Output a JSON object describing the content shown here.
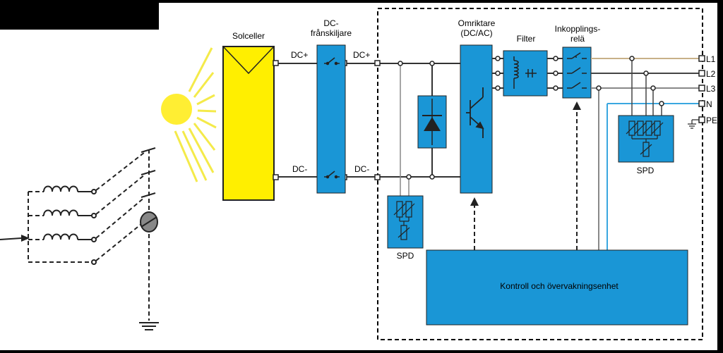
{
  "labels": {
    "solceller": "Solceller",
    "dc_disconnector_line1": "DC-",
    "dc_disconnector_line2": "frånskiljare",
    "inverter_line1": "Omriktare",
    "inverter_line2": "(DC/AC)",
    "filter": "Filter",
    "relay_line1": "Inkopplings-",
    "relay_line2": "relä",
    "dc_plus_left": "DC+",
    "dc_plus_right": "DC+",
    "dc_minus_left": "DC-",
    "dc_minus_right": "DC-",
    "spd_dc": "SPD",
    "spd_ac": "SPD",
    "control_unit": "Kontroll och övervakningsenhet",
    "terminal_l1": "L1",
    "terminal_l2": "L2",
    "terminal_l3": "L3",
    "terminal_n": "N",
    "terminal_pe": "PE"
  },
  "colors": {
    "background_panel": "#ffffff",
    "frame": "#000000",
    "component_blue": "#1a96d6",
    "solar_yellow": "#ffef00",
    "sun_yellow": "#ffee33",
    "ray_yellow": "#f4ea4a",
    "l1_wire": "#c8b088",
    "n_wire": "#3aa7e0",
    "wire": "#333333",
    "spd_wire": "#888888"
  },
  "icons": {
    "sun": "sun-icon",
    "lightning": "lightning-generator-icon",
    "ground": "ground-icon",
    "diode": "diode-icon",
    "transistor": "transistor-icon",
    "switch": "switch-icon"
  }
}
